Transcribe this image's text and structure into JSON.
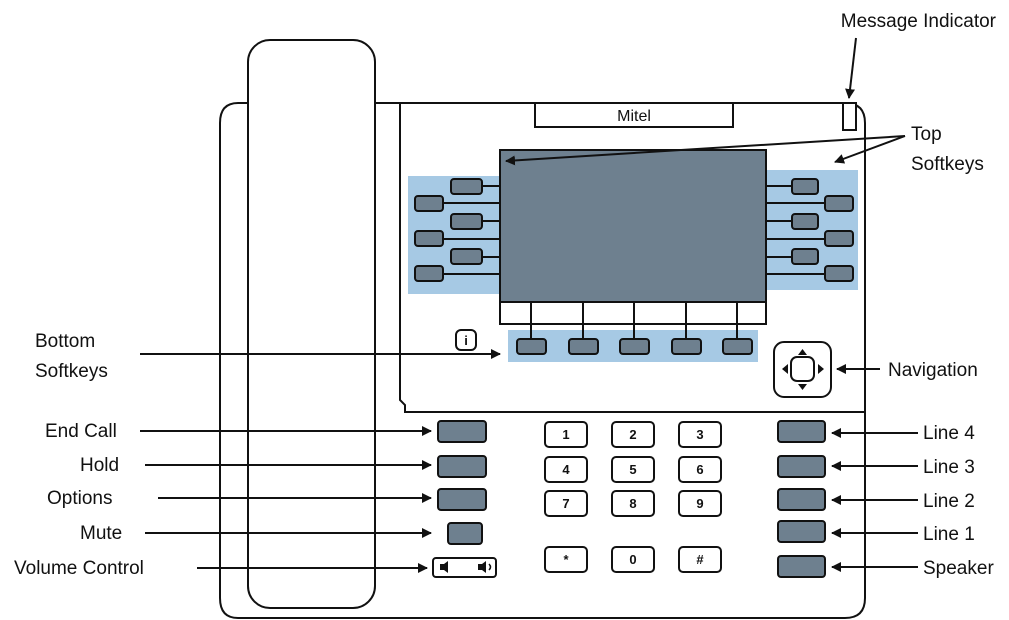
{
  "phone": {
    "brand": "Mitel",
    "info_key": "i",
    "colors": {
      "key_fill": "#6e808f",
      "screen_fill": "#6e808f",
      "softkey_panel": "#a6c9e4",
      "outline": "#111111"
    }
  },
  "keypad": [
    "1",
    "2",
    "3",
    "4",
    "5",
    "6",
    "7",
    "8",
    "9",
    "*",
    "0",
    "#"
  ],
  "labels": {
    "message_indicator": "Message Indicator",
    "top_softkeys_1": "Top",
    "top_softkeys_2": "Softkeys",
    "bottom_softkeys_1": "Bottom",
    "bottom_softkeys_2": "Softkeys",
    "navigation": "Navigation",
    "end_call": "End Call",
    "hold": "Hold",
    "options": "Options",
    "mute": "Mute",
    "volume_control": "Volume Control",
    "line4": "Line 4",
    "line3": "Line 3",
    "line2": "Line 2",
    "line1": "Line 1",
    "speaker": "Speaker"
  }
}
